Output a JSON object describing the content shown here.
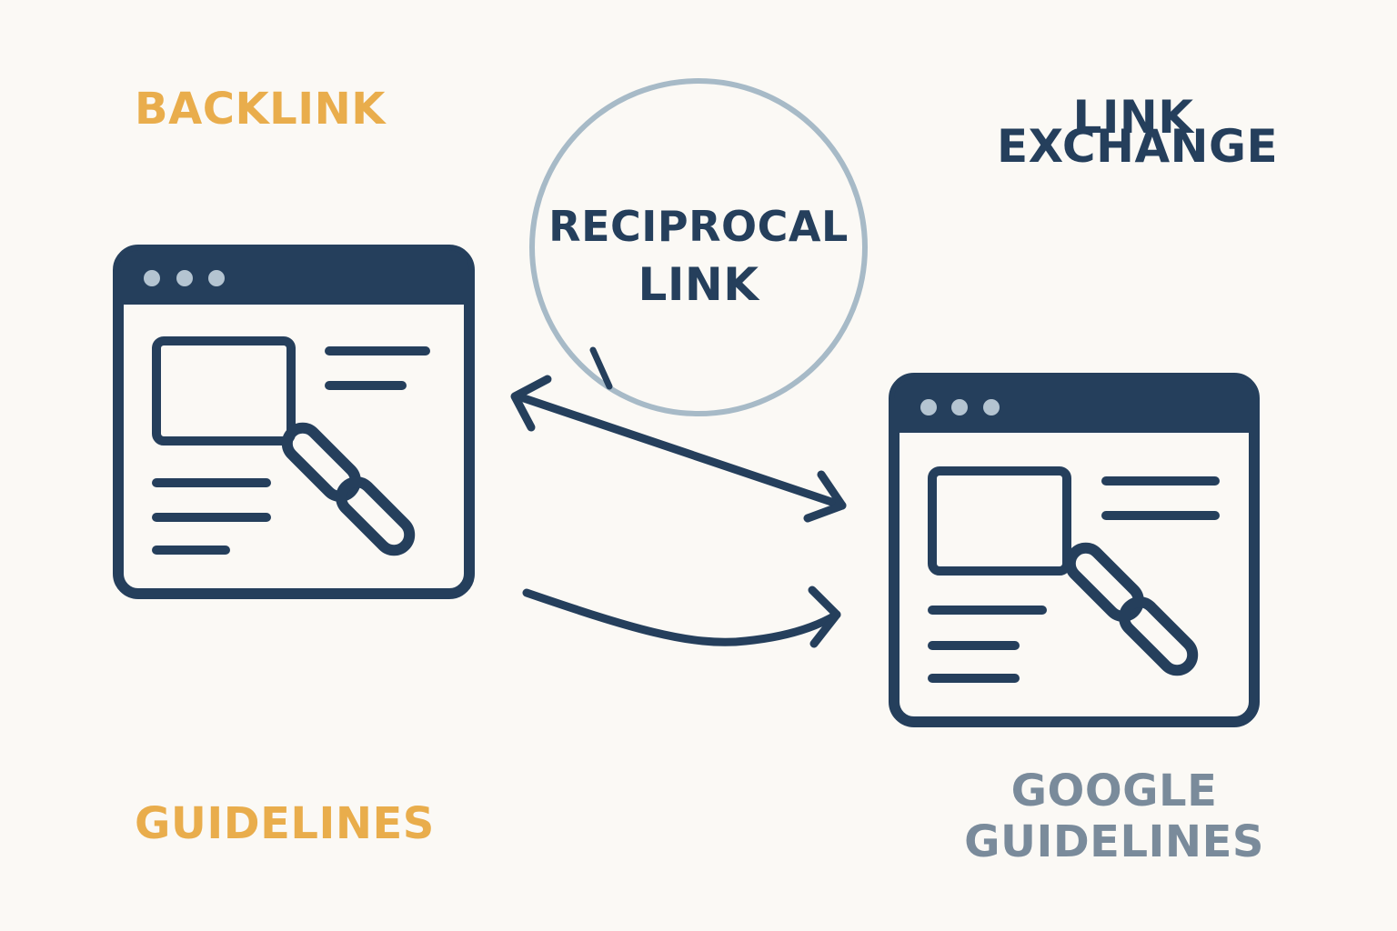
{
  "labels": {
    "backlink": "BACKLINK",
    "guidelines": "GUIDELINES",
    "link_exchange": [
      "LINK",
      "EXCHANGE"
    ],
    "reciprocal_link": [
      "RECIPROCAL",
      "LINK"
    ],
    "google_guidelines": [
      "GOOGLE",
      "GUIDELINES"
    ]
  },
  "icons": {
    "website_a": "browser-window-with-chain-link-icon",
    "website_b": "browser-window-with-chain-link-icon",
    "bubble": "speech-bubble-circle",
    "exchange": "double-headed-arrow",
    "one_way": "curved-arrow-right"
  },
  "colors": {
    "background": "#fbf9f5",
    "navy": "#253f5c",
    "amber": "#e9ad4c",
    "slate": "#7a8b9b",
    "circle": "#a7bac7",
    "dot": "#b4c4d1"
  }
}
